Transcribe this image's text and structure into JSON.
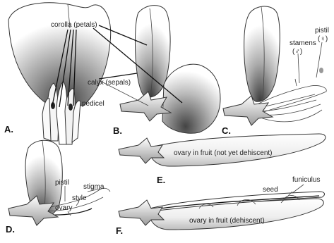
{
  "panels": {
    "a": "A.",
    "b": "B.",
    "c": "C.",
    "d": "D.",
    "e": "E.",
    "f": "F."
  },
  "labels": {
    "corolla": "corolla (petals)",
    "calyx": "calyx (sepals)",
    "pedicel": "pedicel",
    "stamens": "stamens",
    "stamens_symbol": "(♂)",
    "pistil_c": "pistil",
    "pistil_c_symbol": "(♀)",
    "pistil_d": "pistil",
    "stigma": "stigma",
    "style": "style",
    "ovary": "ovary",
    "ovary_fruit_closed": "ovary in fruit (not yet dehiscent)",
    "ovary_fruit_open": "ovary in fruit (dehiscent)",
    "seed": "seed",
    "funiculus": "funiculus"
  },
  "colors": {
    "petal_shade": "#4a4a4a",
    "line": "#111111"
  }
}
